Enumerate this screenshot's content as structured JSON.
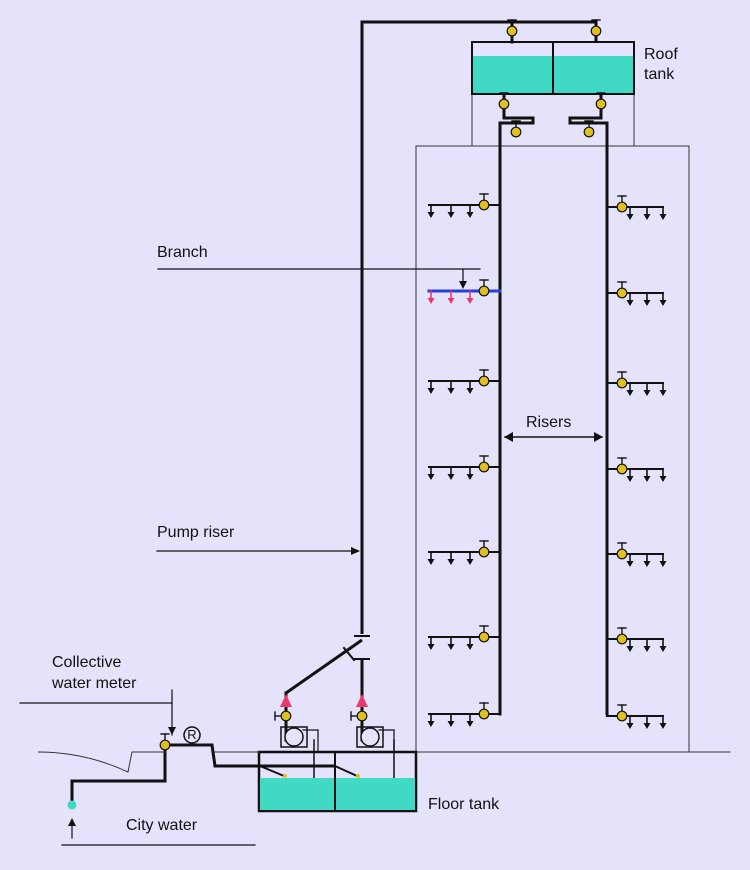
{
  "labels": {
    "roof_tank": "Roof\ntank",
    "branch": "Branch",
    "risers": "Risers",
    "pump_riser": "Pump riser",
    "collective_water_meter": "Collective\nwater meter",
    "meter_symbol": "R",
    "floor_tank": "Floor tank",
    "city_water": "City water"
  },
  "colors": {
    "background": "#e4e3fb",
    "water": "#3fd9c4",
    "pipe": "#111111",
    "valve": "#e0c020",
    "highlight_branch": "#2a3fd8",
    "highlight_drop": "#e83a6a",
    "pump_discharge": "#e83a6a",
    "city_water_dot": "#3fd9c4"
  },
  "highlighted_floor": 2
}
